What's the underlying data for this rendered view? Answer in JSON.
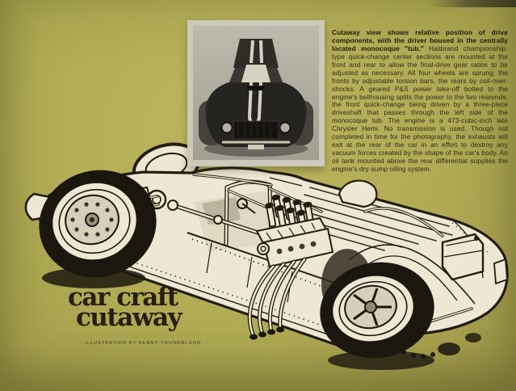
{
  "page": {
    "title": "Car Craft Cutaway magazine page",
    "background_color": "#b2ac55"
  },
  "photo": {
    "description": "Black-and-white photograph of the race car body shell seen head-on from above, with twin racing stripes over the roof and hood"
  },
  "article": {
    "bold_intro": "Cutaway view shows relative position of drive components, with the driver housed in the centrally located monocoque \"tub.\"",
    "body": "Halibrand championship-type quick-change center sections are mounted at the front and rear to allow the final-drive gear ratios to be adjusted as necessary. All four wheels are sprung; the fronts by adjustable torsion bars, the rears by coil-over-shocks. A geared P&S power take-off bolted to the engine's bellhousing splits the power to the two rearends, the front quick-change being driven by a three-piece driveshaft that passes through the left side of the monocoque tub. The engine is a 473-cubic-inch late Chrysler Hemi. No transmission is used. Though not completed in time for the photography, the exhausts will exit at the rear of the car in an effort to destroy any vacuum forces created by the shape of the car's body. An oil tank mounted above the rear differential supplies the engine's dry-sump oiling system."
  },
  "logo": {
    "line1": "car craft",
    "line2": "cutaway",
    "credit": "ILLUSTRATION BY KENNY YOUNGBLOOD"
  },
  "illustration": {
    "description": "Technical pen-and-ink cutaway drawing of the monocoque-chassis race car: front torsion-bar suspension, quick-change differentials, roll cage, Chrysler Hemi engine with injector stacks and headers, louvered rear deck, oil tank above rear differential"
  },
  "colors": {
    "page_olive": "#b2ac55",
    "paper_cream": "#ede7d3",
    "ink_black": "#221c11",
    "photo_gray": "#aeaba0",
    "photo_frame": "#ccc8ba"
  }
}
